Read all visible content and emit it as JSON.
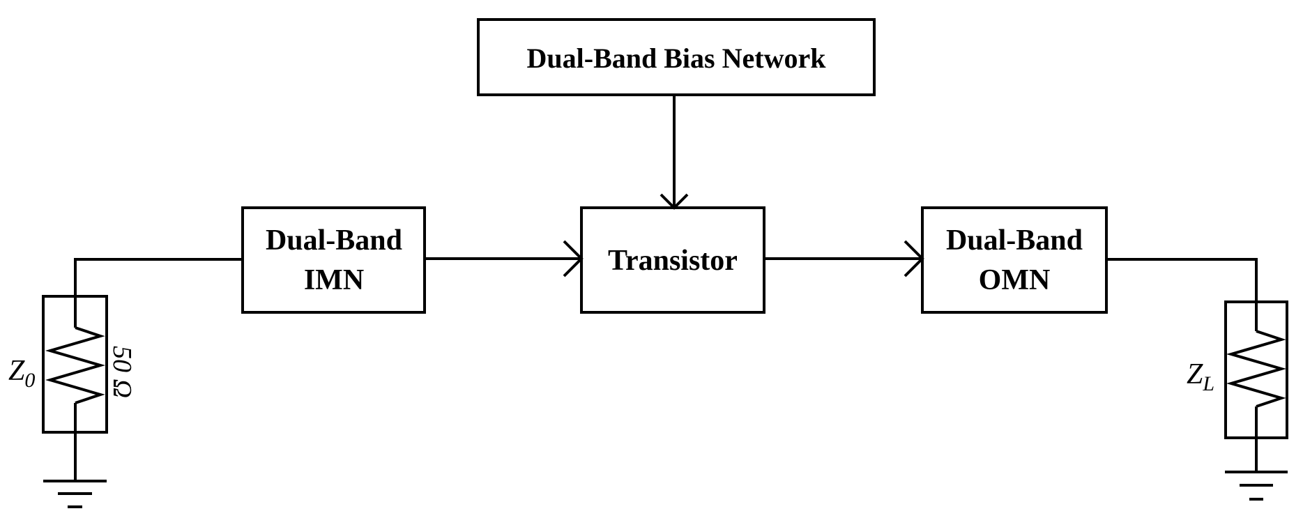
{
  "blocks": {
    "bias": {
      "label": "Dual-Band Bias Network"
    },
    "imn": {
      "line1": "Dual-Band",
      "line2": "IMN"
    },
    "transistor": {
      "label": "Transistor"
    },
    "omn": {
      "line1": "Dual-Band",
      "line2": "OMN"
    }
  },
  "source": {
    "z_main": "Z",
    "z_sub": "0",
    "resistance": "50 Ω"
  },
  "load": {
    "z_main": "Z",
    "z_sub": "L"
  }
}
